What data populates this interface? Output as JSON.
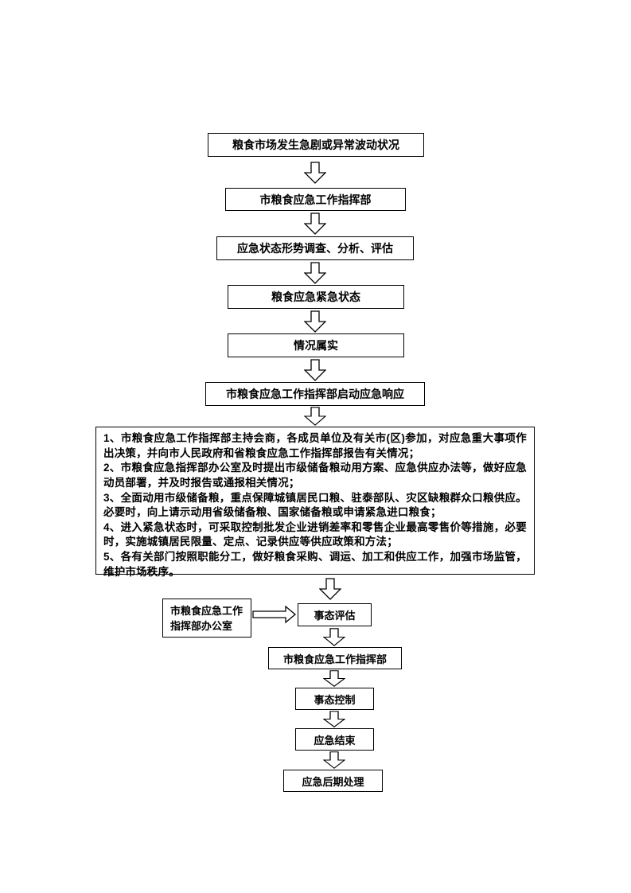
{
  "meta": {
    "background": "#ffffff",
    "line_color": "#000000"
  },
  "diagram": {
    "top_nodes": [
      {
        "label": "粮食市场发生急剧或异常波动状况"
      },
      {
        "label": "市粮食应急工作指挥部"
      },
      {
        "label": "应急状态形势调查、分析、评估"
      },
      {
        "label": "粮食应急紧急状态"
      },
      {
        "label": "情况属实"
      },
      {
        "label": "市粮食应急工作指挥部启动应急响应"
      }
    ],
    "measures": {
      "items": [
        "1、市粮食应急工作指挥部主持会商，各成员单位及有关市(区)参加，对应急重大事项作出决策，并向市人民政府和省粮食应急工作指挥部报告有关情况；",
        "2、市粮食应急指挥部办公室及时提出市级储备粮动用方案、应急供应办法等，做好应急动员部署，并及时报告或通报相关情况；",
        "3、全面动用市级储备粮，重点保障城镇居民口粮、驻泰部队、灾区缺粮群众口粮供应。必要时，向上请示动用省级储备粮、国家储备粮或申请紧急进口粮食；",
        "4、进入紧急状态时，可采取控制批发企业进销差率和零售企业最高零售价等措施，必要时，实施城镇居民限量、定点、记录供应等供应政策和方法；",
        "5、各有关部门按照职能分工，做好粮食采购、调运、加工和供应工作，加强市场监管，维护市场秩序。"
      ]
    },
    "office_box": {
      "line1": "市粮食应急工作",
      "line2": "指挥部办公室"
    },
    "bottom_nodes": [
      {
        "label": "事态评估"
      },
      {
        "label": "市粮食应急工作指挥部"
      },
      {
        "label": "事态控制"
      },
      {
        "label": "应急结束"
      },
      {
        "label": "应急后期处理"
      }
    ]
  }
}
